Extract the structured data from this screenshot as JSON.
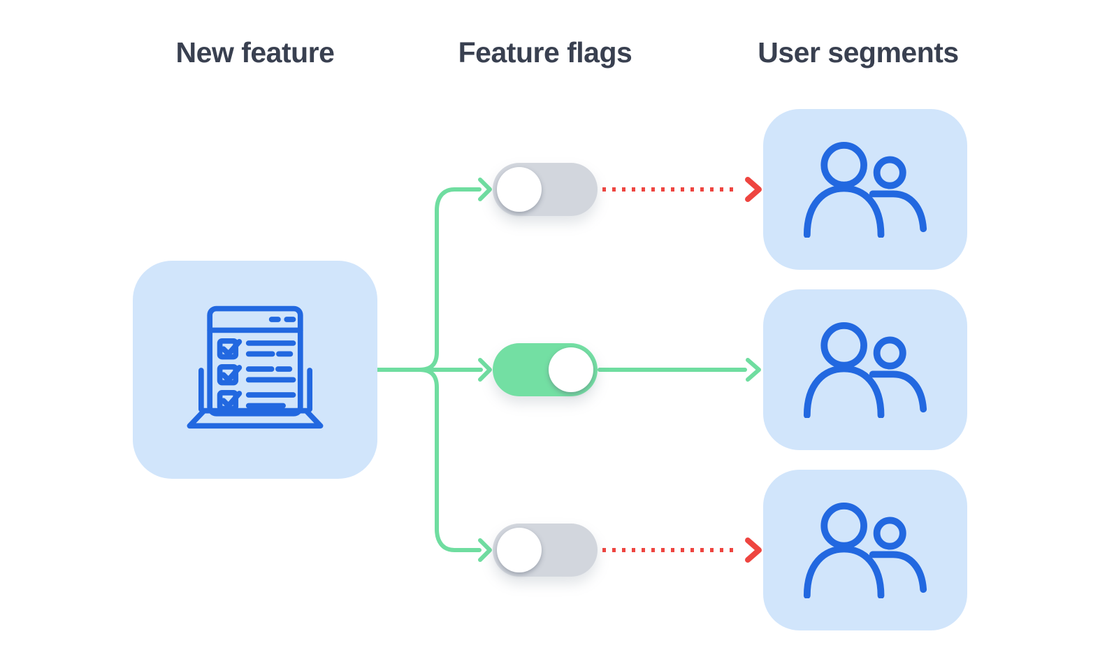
{
  "diagram": {
    "columns": [
      {
        "heading": "New feature"
      },
      {
        "heading": "Feature flags"
      },
      {
        "heading": "User segments"
      }
    ]
  },
  "feature_box": {
    "icon": "checklist-laptop-icon"
  },
  "flags": [
    {
      "name": "feature-flag-1",
      "state": "off",
      "arrow_to_segment": "dotted-red"
    },
    {
      "name": "feature-flag-2",
      "state": "on",
      "arrow_to_segment": "solid-green"
    },
    {
      "name": "feature-flag-3",
      "state": "off",
      "arrow_to_segment": "dotted-red"
    }
  ],
  "segments": [
    {
      "name": "user-segment-1",
      "icon": "users-icon"
    },
    {
      "name": "user-segment-2",
      "icon": "users-icon"
    },
    {
      "name": "user-segment-3",
      "icon": "users-icon"
    }
  ],
  "colors": {
    "heading_text": "#394050",
    "box_fill": "#d1e5fb",
    "icon_stroke": "#2268e0",
    "toggle_off": "#d2d6dd",
    "toggle_on": "#73dfa3",
    "knob": "#ffffff",
    "line_green": "#6fdda0",
    "line_red": "#ee4540"
  }
}
